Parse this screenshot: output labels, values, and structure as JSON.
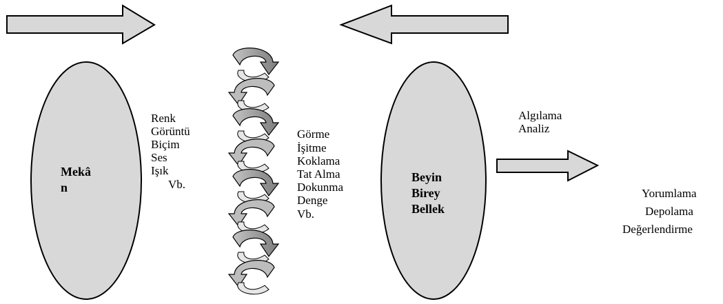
{
  "left_node": {
    "label_line1": "Mekâ",
    "label_line2": "n"
  },
  "stimuli": [
    "Renk",
    "Görüntü",
    "Biçim",
    "Ses",
    "Işık",
    "Vb."
  ],
  "senses": [
    "Görme",
    "İşitme",
    "Koklama",
    "Tat Alma",
    "Dokunma",
    "Denge",
    "Vb."
  ],
  "right_node": {
    "lines": [
      "Beyin",
      "Birey",
      "Bellek"
    ]
  },
  "process": [
    "Algılama",
    "Analiz"
  ],
  "outcomes": [
    "Yorumlama",
    "Depolama",
    "Değerlendirme"
  ]
}
